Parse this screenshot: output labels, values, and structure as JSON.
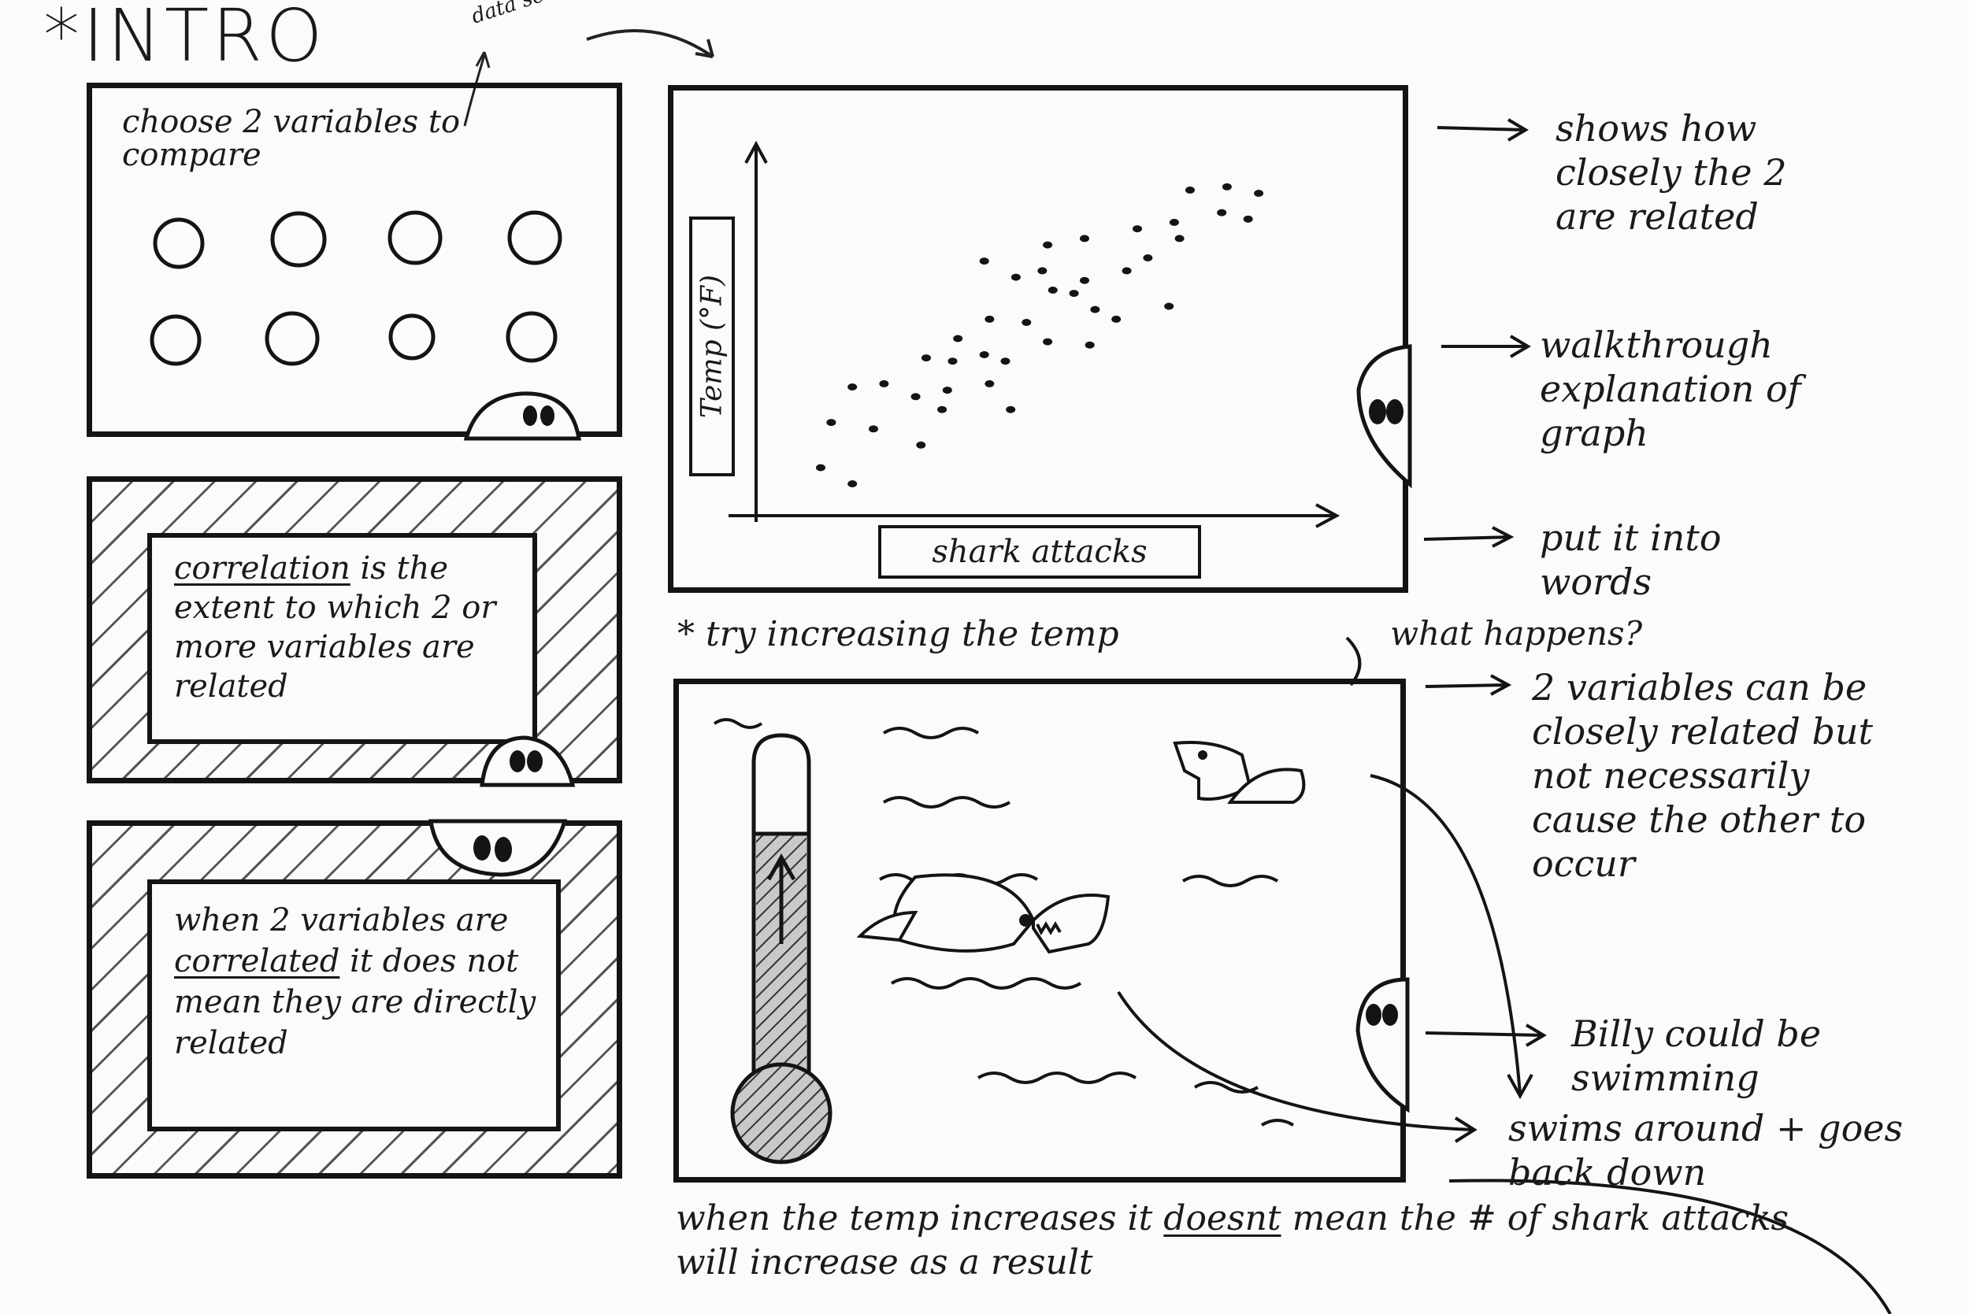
{
  "title": "*INTRO",
  "header_note": "data sets",
  "panel1": {
    "text": "choose 2 variables to compare",
    "circles": 8
  },
  "panel2": {
    "term": "correlation",
    "text_rest": " is the extent to which 2 or more variables are related"
  },
  "panel3": {
    "pre": "when 2 variables are ",
    "term": "correlated",
    "post": " it does not mean they are directly related"
  },
  "graph": {
    "ylabel": "Temp (°F)",
    "xlabel": "shark attacks"
  },
  "side_notes": {
    "graph_1": "shows how closely the 2 are related",
    "graph_2": "walkthrough explanation of graph",
    "graph_3": "put it into words",
    "try_note": "* try increasing the temp",
    "what_happens": "what happens?",
    "scene_1": "2 variables can be closely related but not necessarily cause the other to occur",
    "scene_2": "Billy could be swimming",
    "scene_3": "swims around + goes back down"
  },
  "bottom_note": {
    "pre": "when the temp increases it ",
    "emph": "doesnt",
    "post": " mean the # of shark attacks will increase as a result"
  },
  "chart_data": {
    "type": "scatter",
    "xlabel": "shark attacks",
    "ylabel": "Temp (°F)",
    "points": [
      [
        1.0,
        1.0
      ],
      [
        1.6,
        0.5
      ],
      [
        1.2,
        2.4
      ],
      [
        2.0,
        2.2
      ],
      [
        2.2,
        3.6
      ],
      [
        1.6,
        3.5
      ],
      [
        2.9,
        1.7
      ],
      [
        2.8,
        3.2
      ],
      [
        3.3,
        2.8
      ],
      [
        3.5,
        4.3
      ],
      [
        3.0,
        4.4
      ],
      [
        3.4,
        3.4
      ],
      [
        3.6,
        5.0
      ],
      [
        4.1,
        4.5
      ],
      [
        4.5,
        4.3
      ],
      [
        4.2,
        3.6
      ],
      [
        4.6,
        2.8
      ],
      [
        4.2,
        5.6
      ],
      [
        4.9,
        5.5
      ],
      [
        5.3,
        4.9
      ],
      [
        4.7,
        6.9
      ],
      [
        5.4,
        6.5
      ],
      [
        4.1,
        7.4
      ],
      [
        5.2,
        7.1
      ],
      [
        6.0,
        8.1
      ],
      [
        5.3,
        7.9
      ],
      [
        5.8,
        6.4
      ],
      [
        6.2,
        5.9
      ],
      [
        6.6,
        5.6
      ],
      [
        6.0,
        6.8
      ],
      [
        6.8,
        7.1
      ],
      [
        7.0,
        8.4
      ],
      [
        7.2,
        7.5
      ],
      [
        7.6,
        6.0
      ],
      [
        6.1,
        4.8
      ],
      [
        7.8,
        8.1
      ],
      [
        8.0,
        9.6
      ],
      [
        8.7,
        9.7
      ],
      [
        9.1,
        8.7
      ],
      [
        9.3,
        9.5
      ],
      [
        8.6,
        8.9
      ],
      [
        7.7,
        8.6
      ]
    ]
  }
}
